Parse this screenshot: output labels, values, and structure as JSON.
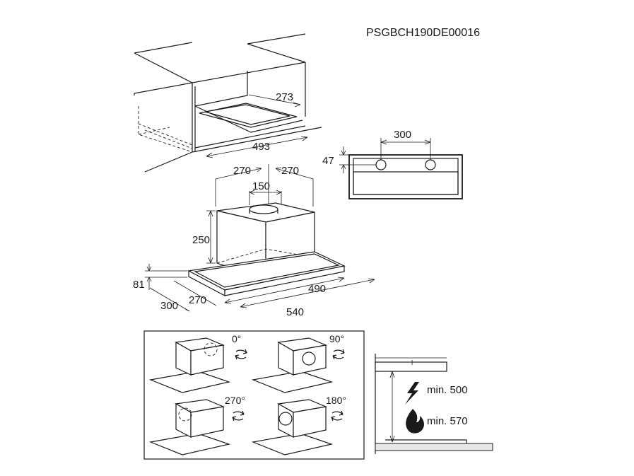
{
  "product_code": "PSGBCH190DE00016",
  "cabinet": {
    "depth": "273",
    "width": "493"
  },
  "bracket": {
    "spacing": "300",
    "height": "47"
  },
  "hood": {
    "left_offset": "270",
    "right_offset": "270",
    "duct": "150",
    "box_height": "250",
    "panel_height": "81",
    "depth_total": "300",
    "depth_box": "270",
    "width_inner": "490",
    "width_total": "540"
  },
  "rotation": {
    "a0": "0°",
    "a90": "90°",
    "a270": "270°",
    "a180": "180°"
  },
  "clearance": {
    "electric": "min. 500",
    "gas": "min. 570"
  },
  "icons": [
    "rotate-arrows-icon",
    "lightning-icon",
    "flame-icon"
  ]
}
